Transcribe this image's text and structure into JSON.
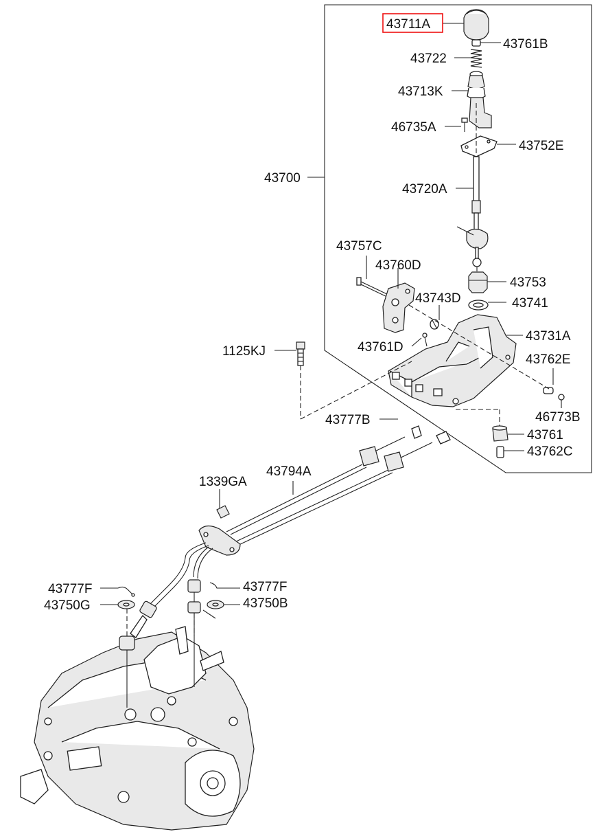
{
  "labels": {
    "p43711A": "43711A",
    "p43761B": "43761B",
    "p43722": "43722",
    "p43713K": "43713K",
    "p46735A": "46735A",
    "p43752E": "43752E",
    "p43700": "43700",
    "p43720A": "43720A",
    "p43757C": "43757C",
    "p43760D": "43760D",
    "p43753": "43753",
    "p43743D": "43743D",
    "p43741": "43741",
    "p43731A": "43731A",
    "p43761D": "43761D",
    "p1125KJ": "1125KJ",
    "p43762E": "43762E",
    "p46773B": "46773B",
    "p43777B": "43777B",
    "p43761": "43761",
    "p43762C": "43762C",
    "p43794A": "43794A",
    "p1339GA": "1339GA",
    "p43777F_left": "43777F",
    "p43750G": "43750G",
    "p43777F_right": "43777F",
    "p43750B": "43750B"
  },
  "highlight": {
    "part": "43711A",
    "color": "#e11111"
  }
}
